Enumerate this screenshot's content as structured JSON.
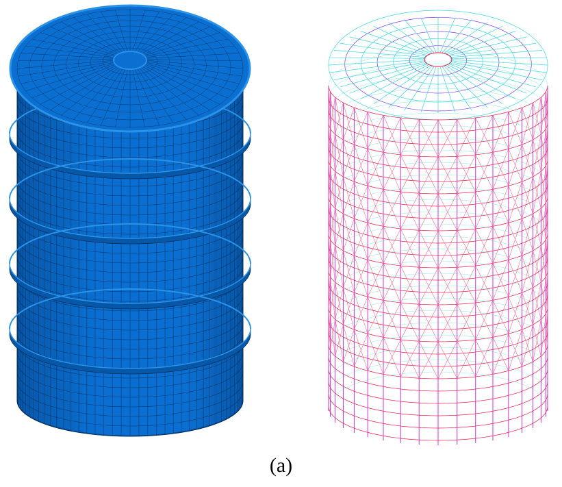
{
  "caption": "(a)",
  "models": [
    {
      "kind": "solid-shell-mesh",
      "shell_color": "#0a6fd1",
      "shell_dark": "#0757a8",
      "mesh_color": "#06305e",
      "rim_color": "#2a93e8",
      "rings": 4
    },
    {
      "kind": "wireframe-frame",
      "hoop_color": "#f01848",
      "vertical_color": "#d020d0",
      "brace_color": "#ff4d7a",
      "roof_color": "#38d8e0",
      "roof_secondary": "#7a3cf0"
    }
  ]
}
